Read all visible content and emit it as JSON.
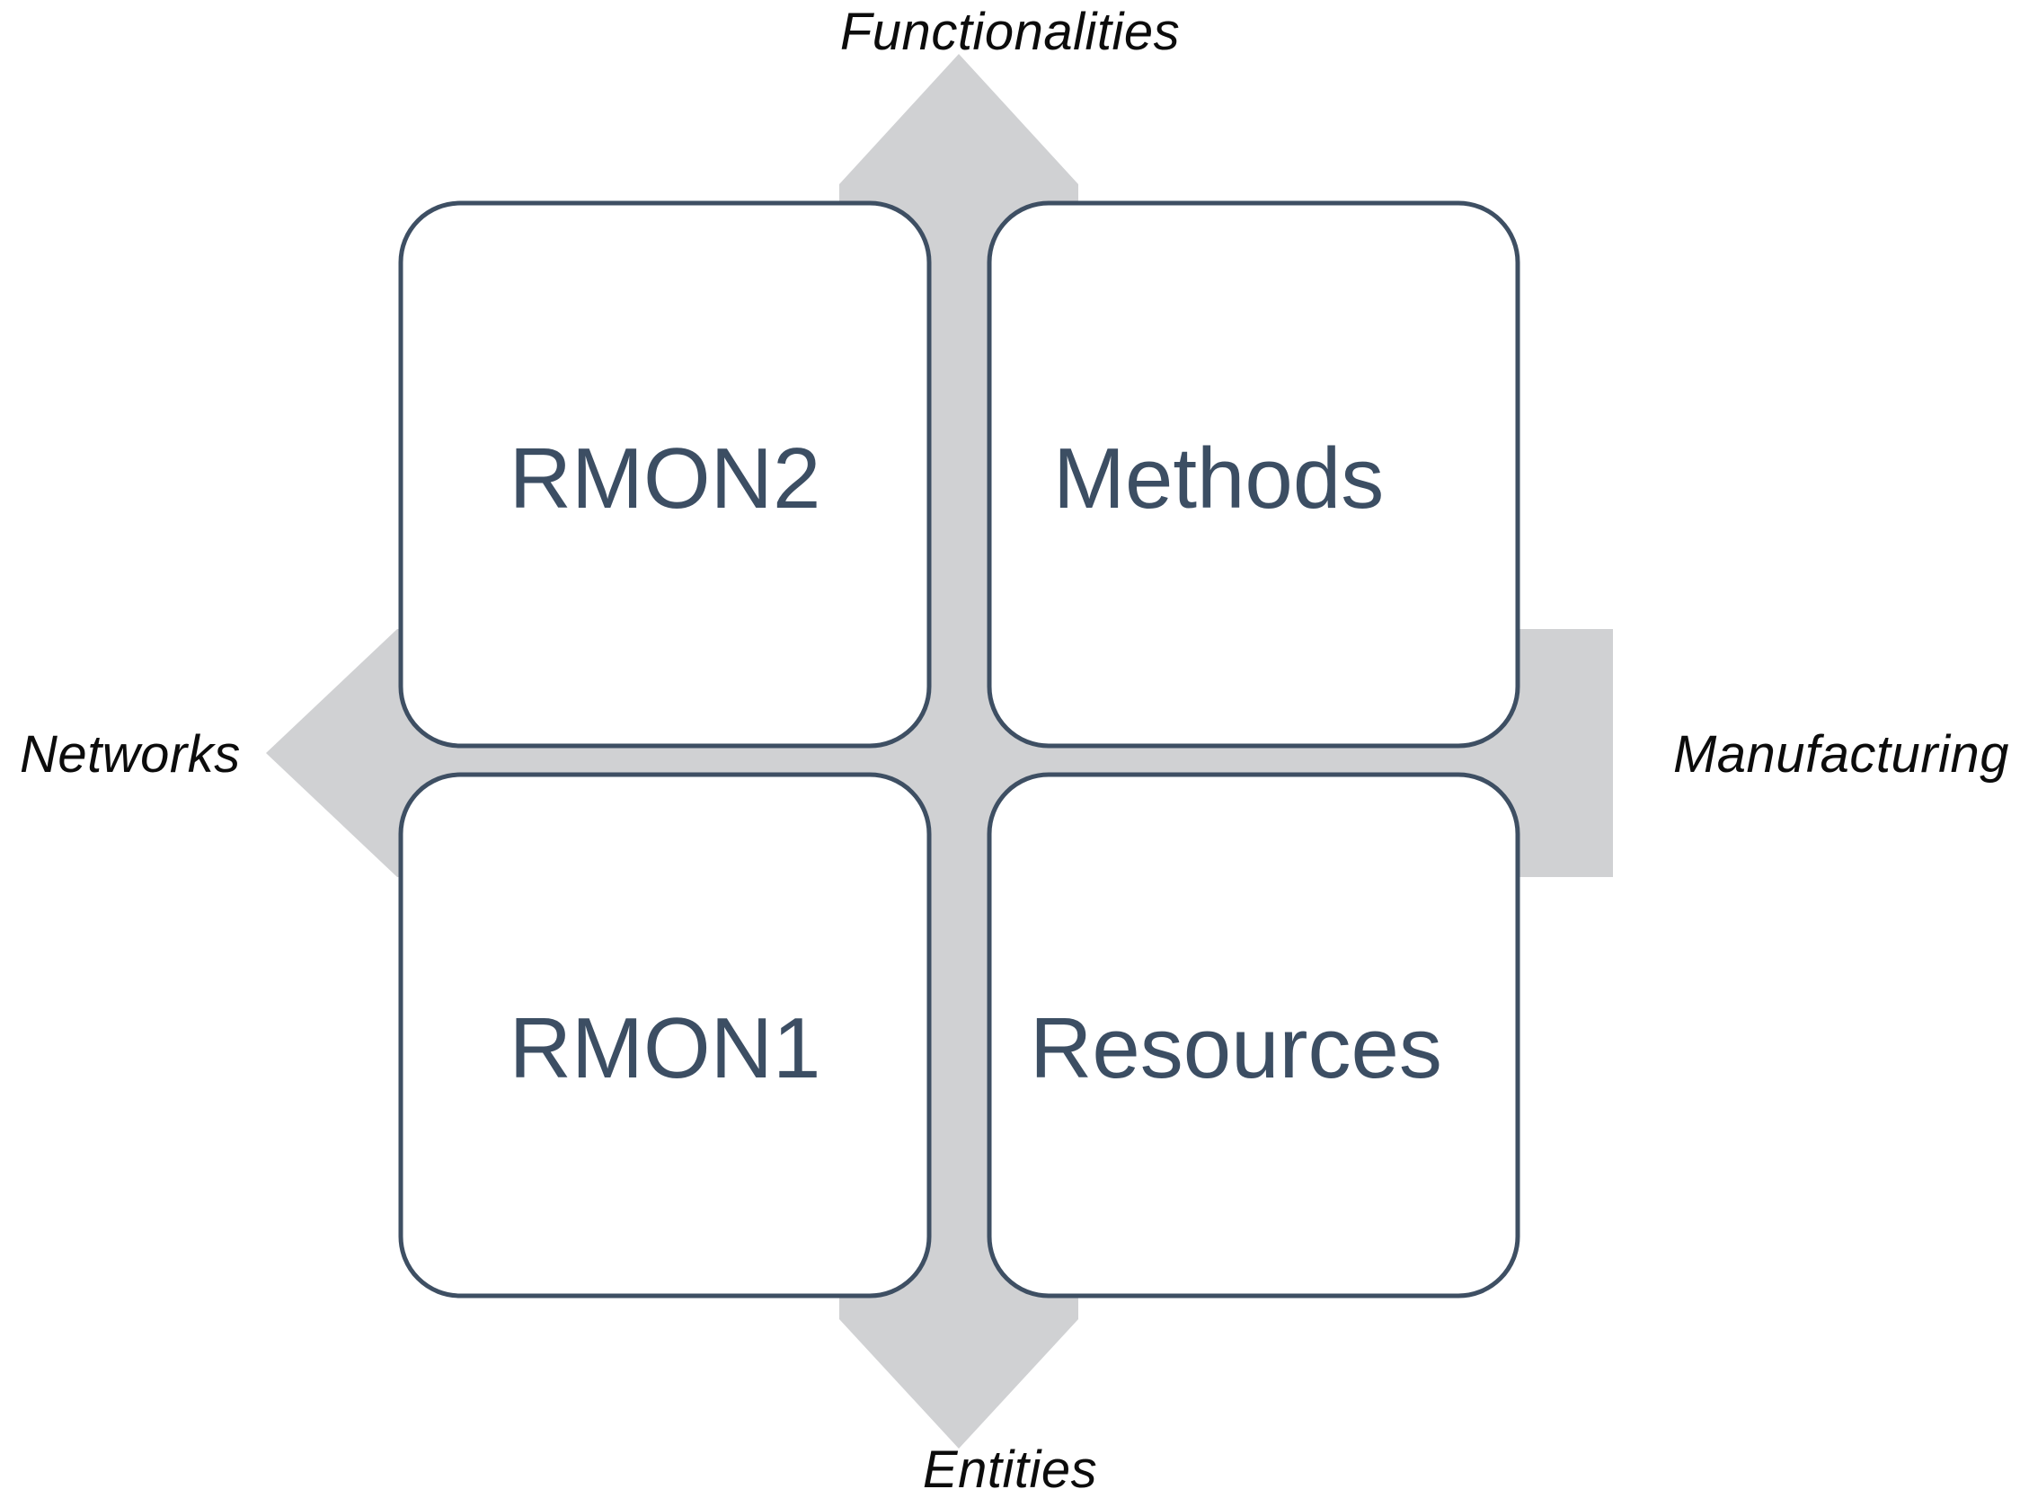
{
  "diagram": {
    "title": "Four-quadrant matrix diagram",
    "background_color": "#ffffff",
    "arrow_color": "#d0d1d3",
    "box_border_color": "#3e4f63",
    "box_fill_color": "#ffffff",
    "box_text_color": "#3c4e63",
    "axis_label_color": "#0c0c0c",
    "axis_labels": {
      "top": "Functionalities",
      "right": "Manufacturing",
      "bottom": "Entities",
      "left": "Networks"
    },
    "quadrants": [
      {
        "id": "top-left",
        "label": "RMON2"
      },
      {
        "id": "top-right",
        "label": "Methods"
      },
      {
        "id": "bottom-left",
        "label": "RMON1"
      },
      {
        "id": "bottom-right",
        "label": "Resources"
      }
    ]
  },
  "chart_data": {
    "type": "table",
    "title": "",
    "categories": [
      "RMON2",
      "Methods",
      "RMON1",
      "Resources"
    ],
    "axes": {
      "vertical_top": "Functionalities",
      "vertical_bottom": "Entities",
      "horizontal_left": "Networks",
      "horizontal_right": "Manufacturing"
    },
    "cells": [
      {
        "row": "Functionalities",
        "column": "Networks",
        "value": "RMON2"
      },
      {
        "row": "Functionalities",
        "column": "Manufacturing",
        "value": "Methods"
      },
      {
        "row": "Entities",
        "column": "Networks",
        "value": "RMON1"
      },
      {
        "row": "Entities",
        "column": "Manufacturing",
        "value": "Resources"
      }
    ]
  }
}
